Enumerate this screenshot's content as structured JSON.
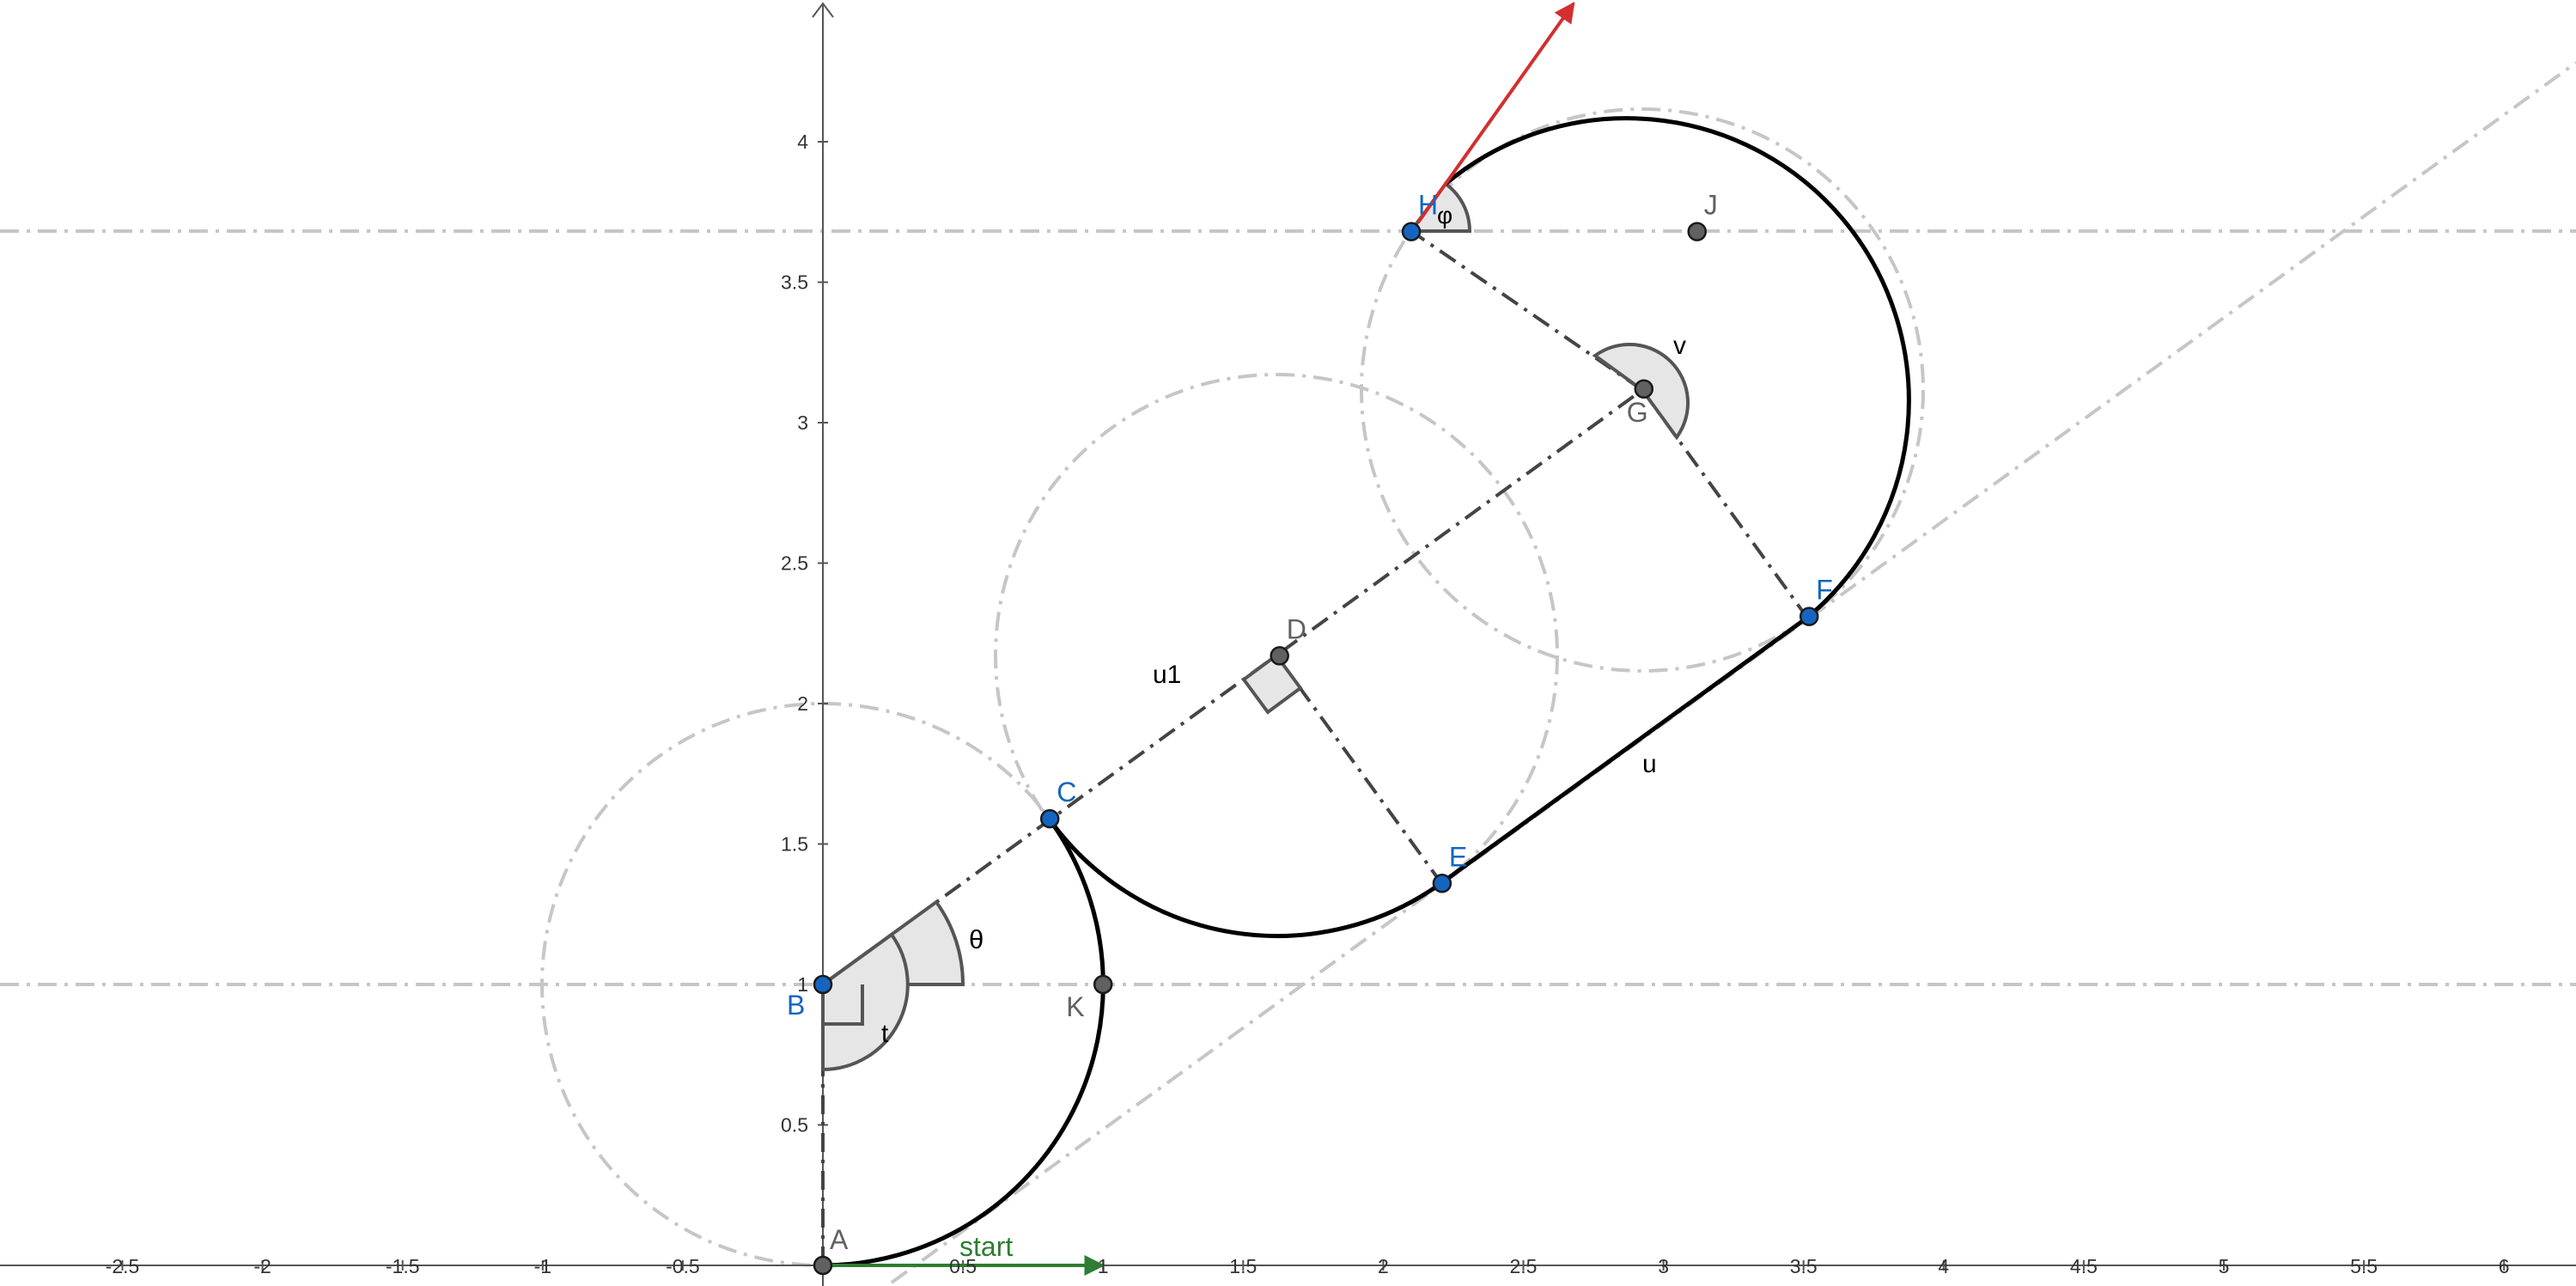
{
  "axes": {
    "x_ticks": [
      "-2.5",
      "-2",
      "-1.5",
      "-1",
      "-0.5",
      "0.5",
      "1",
      "1.5",
      "2",
      "2.5",
      "3",
      "3.5",
      "4",
      "4.5",
      "5",
      "5.5",
      "6"
    ],
    "y_ticks": [
      "0.5",
      "1",
      "1.5",
      "2",
      "2.5",
      "3",
      "3.5",
      "4"
    ]
  },
  "points": [
    {
      "name": "A",
      "x": 0,
      "y": 0,
      "style": "gray"
    },
    {
      "name": "B",
      "x": 0,
      "y": 1,
      "style": "blue"
    },
    {
      "name": "C",
      "x": 0.81,
      "y": 1.59,
      "style": "blue"
    },
    {
      "name": "D",
      "x": 1.63,
      "y": 2.17,
      "style": "gray"
    },
    {
      "name": "E",
      "x": 2.21,
      "y": 1.36,
      "style": "blue"
    },
    {
      "name": "F",
      "x": 3.52,
      "y": 2.31,
      "style": "blue"
    },
    {
      "name": "G",
      "x": 2.93,
      "y": 3.12,
      "style": "gray"
    },
    {
      "name": "H",
      "x": 2.1,
      "y": 3.68,
      "style": "blue"
    },
    {
      "name": "J",
      "x": 3.12,
      "y": 3.68,
      "style": "gray"
    },
    {
      "name": "K",
      "x": 1,
      "y": 1,
      "style": "gray"
    }
  ],
  "labels": {
    "theta": "θ",
    "t": "t",
    "u1": "u1",
    "u": "u",
    "v": "v",
    "phi": "φ",
    "start": "start"
  },
  "colors": {
    "point_blue": "#1565c0",
    "point_gray": "#616161",
    "label_blue": "#1565c0",
    "label_gray": "#616161",
    "start_vector": "#2e7d32",
    "direction_vector": "#d32f2f",
    "construction": "#c6c6c6"
  }
}
